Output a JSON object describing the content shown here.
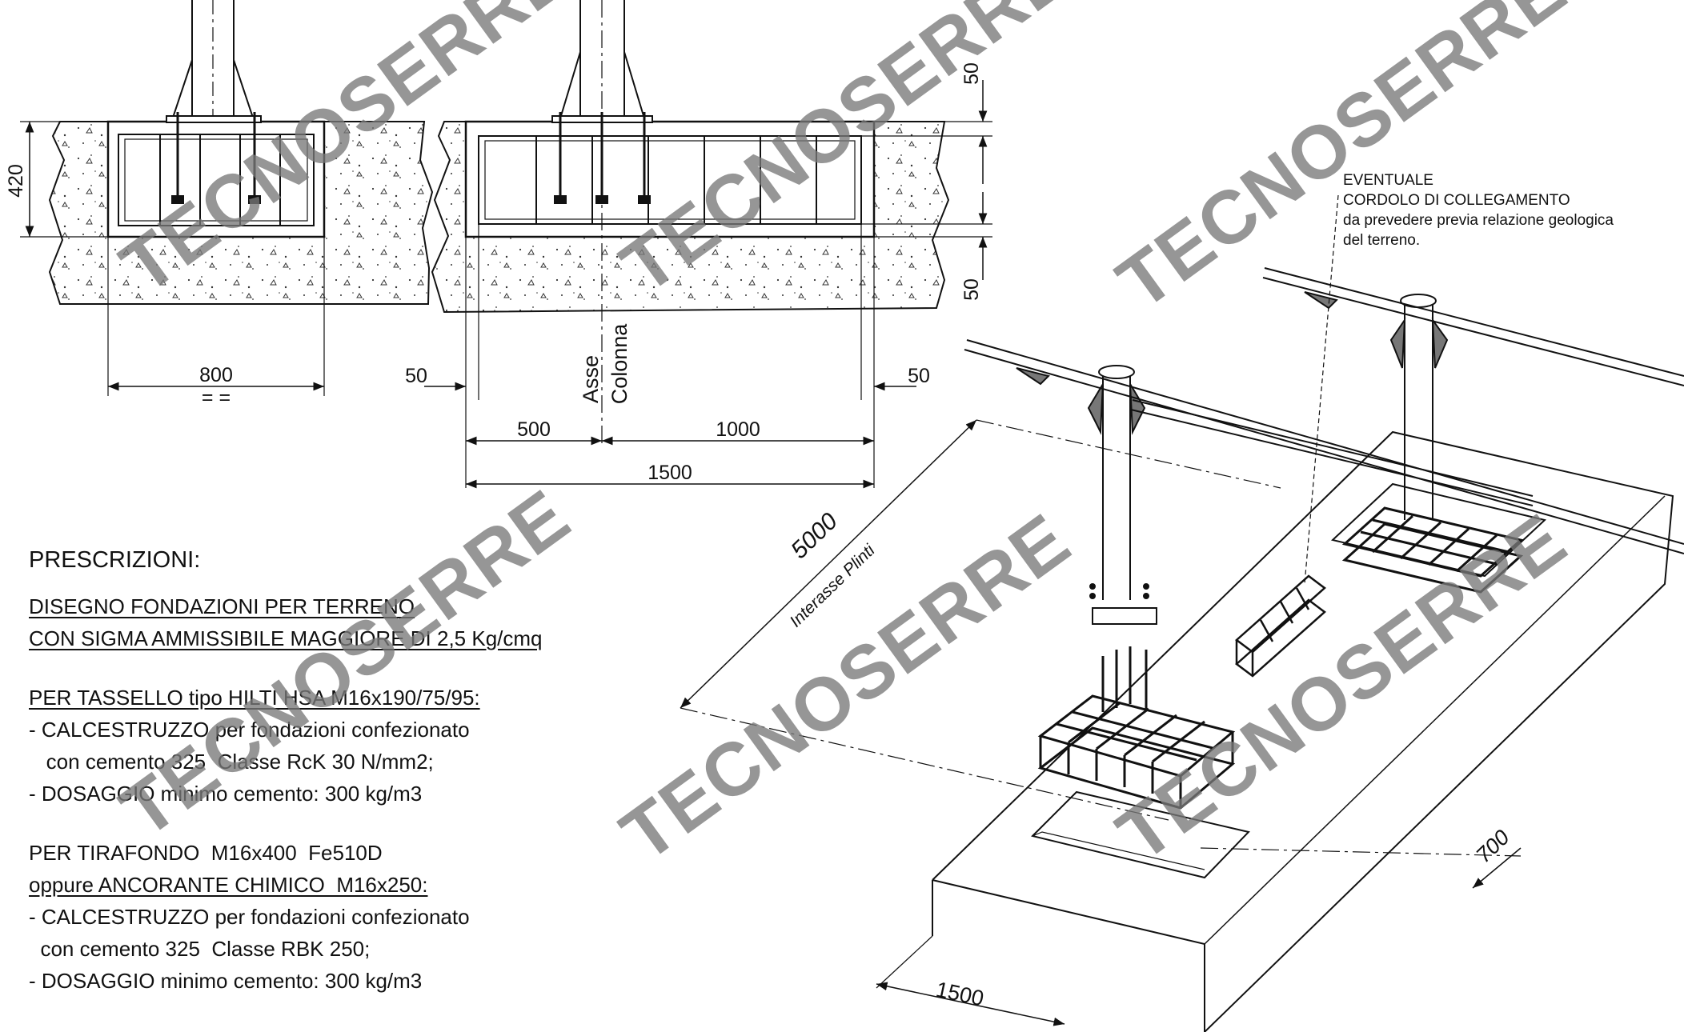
{
  "section_left": {
    "height_dim": "420",
    "width_dim": "800",
    "symmetry_mark": "= ="
  },
  "section_right": {
    "dim_top": "50",
    "dim_bottom": "50",
    "dim_left_offset": "50",
    "dim_right_offset": "50",
    "axis_label_line1": "Asse",
    "axis_label_line2": "Colonna",
    "dim_500": "500",
    "dim_1000": "1000",
    "dim_1500": "1500"
  },
  "isometric": {
    "dim_5000": "5000",
    "interasse_label": "Interasse Plinti",
    "dim_700": "700",
    "dim_1500": "1500"
  },
  "cordolo_note": {
    "line1": "EVENTUALE",
    "line2": "CORDOLO DI COLLEGAMENTO",
    "line3": "da prevedere previa relazione geologica",
    "line4": "del terreno."
  },
  "prescrizioni": {
    "title": "PRESCRIZIONI:",
    "l1": "DISEGNO FONDAZIONI PER TERRENO",
    "l2": "CON SIGMA AMMISSIBILE MAGGIORE DI 2,5 Kg/cmq",
    "l3": "PER TASSELLO tipo HILTI HSA M16x190/75/95:",
    "l4": "- CALCESTRUZZO per fondazioni confezionato",
    "l5": "   con cemento 325  Classe RcK 30 N/mm2;",
    "l6": "- DOSAGGIO minimo cemento: 300 kg/m3",
    "l7": "PER TIRAFONDO  M16x400  Fe510D",
    "l8": "oppure ANCORANTE CHIMICO  M16x250:",
    "l9": "- CALCESTRUZZO per fondazioni confezionato",
    "l10": "  con cemento 325  Classe RBK 250;",
    "l11": "- DOSAGGIO minimo cemento: 300 kg/m3"
  },
  "watermark": "TECNOSERRE"
}
